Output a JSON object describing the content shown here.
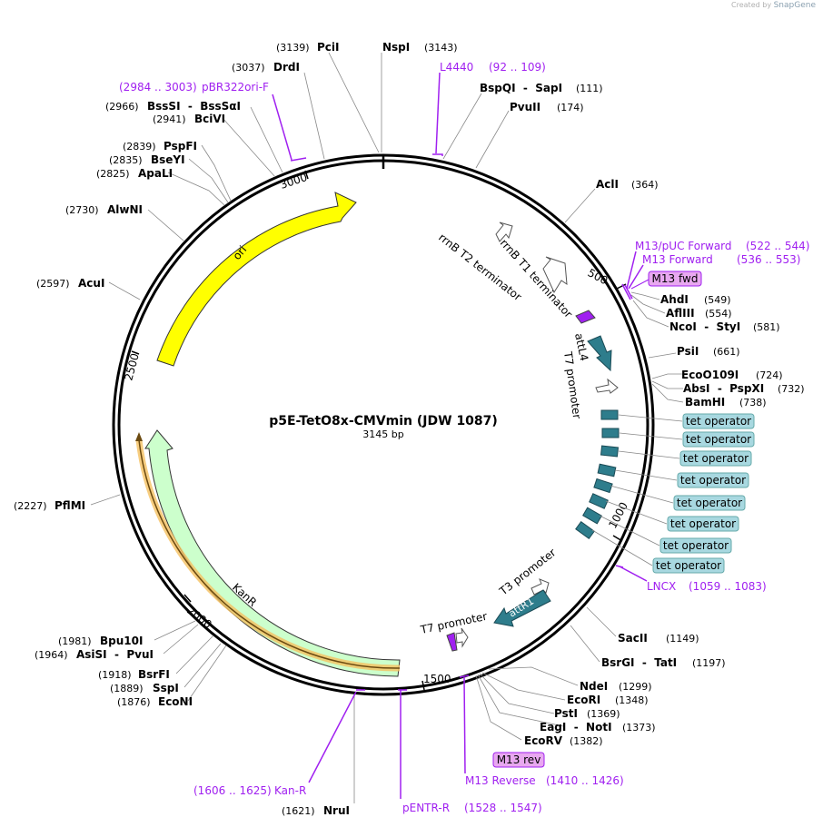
{
  "credit": {
    "prefix": "Created by",
    "brand": "SnapGene"
  },
  "title": "p5E-TetO8x-CMVmin (JDW 1087)",
  "size_label": "3145 bp",
  "colors": {
    "ori": "#ffff00",
    "kanr": "#ccffcc",
    "att": "#2e7d8c",
    "tet": "#2e7d8c",
    "tet_label_bg": "#a8d8e0",
    "primer": "#a020f0",
    "primer_box": "#e8a8f0",
    "orange": "#f5c060"
  },
  "tick_labels": [
    "500",
    "1000",
    "1500",
    "2000",
    "2500",
    "3000"
  ],
  "enzymes": [
    {
      "name": "NspI",
      "pos": "(3143)"
    },
    {
      "name": "PciI",
      "pos": "(3139)"
    },
    {
      "name": "DrdI",
      "pos": "(3037)"
    },
    {
      "name": "BspQI  -  SapI",
      "pos": "(111)"
    },
    {
      "name": "PvuII",
      "pos": "(174)"
    },
    {
      "name": "AclI",
      "pos": "(364)"
    },
    {
      "name": "AhdI",
      "pos": "(549)"
    },
    {
      "name": "AflIII",
      "pos": "(554)"
    },
    {
      "name": "NcoI  -  StyI",
      "pos": "(581)"
    },
    {
      "name": "PsiI",
      "pos": "(661)"
    },
    {
      "name": "EcoO109I",
      "pos": "(724)"
    },
    {
      "name": "AbsI  -  PspXI",
      "pos": "(732)"
    },
    {
      "name": "BamHI",
      "pos": "(738)"
    },
    {
      "name": "SacII",
      "pos": "(1149)"
    },
    {
      "name": "BsrGI  -  TatI",
      "pos": "(1197)"
    },
    {
      "name": "NdeI",
      "pos": "(1299)"
    },
    {
      "name": "EcoRI",
      "pos": "(1348)"
    },
    {
      "name": "PstI",
      "pos": "(1369)"
    },
    {
      "name": "EagI  -  NotI",
      "pos": "(1373)"
    },
    {
      "name": "EcoRV",
      "pos": "(1382)"
    },
    {
      "name": "NruI",
      "pos": "(1621)"
    },
    {
      "name": "EcoNI",
      "pos": "(1876)"
    },
    {
      "name": "SspI",
      "pos": "(1889)"
    },
    {
      "name": "BsrFI",
      "pos": "(1918)"
    },
    {
      "name": "AsiSI  -  PvuI",
      "pos": "(1964)"
    },
    {
      "name": "Bpu10I",
      "pos": "(1981)"
    },
    {
      "name": "PflMI",
      "pos": "(2227)"
    },
    {
      "name": "AcuI",
      "pos": "(2597)"
    },
    {
      "name": "AlwNI",
      "pos": "(2730)"
    },
    {
      "name": "ApaLI",
      "pos": "(2825)"
    },
    {
      "name": "BseYI",
      "pos": "(2835)"
    },
    {
      "name": "PspFI",
      "pos": "(2839)"
    },
    {
      "name": "BciVI",
      "pos": "(2941)"
    },
    {
      "name": "BssSI  -  BssSαI",
      "pos": "(2966)"
    }
  ],
  "primers": [
    {
      "name": "L4440",
      "range": "(92 .. 109)"
    },
    {
      "name": "pBR322ori-F",
      "range": "(2984 .. 3003)"
    },
    {
      "name": "M13/pUC Forward",
      "range": "(522 .. 544)"
    },
    {
      "name": "M13 Forward",
      "range": "(536 .. 553)"
    },
    {
      "name": "LNCX",
      "range": "(1059 .. 1083)"
    },
    {
      "name": "M13 Reverse",
      "range": "(1410 .. 1426)"
    },
    {
      "name": "pENTR-R",
      "range": "(1528 .. 1547)"
    },
    {
      "name": "Kan-R",
      "range": "(1606 .. 1625)"
    }
  ],
  "boxed_labels": {
    "m13_fwd": "M13 fwd",
    "m13_rev": "M13 rev"
  },
  "tet_operator_label": "tet operator",
  "tet_operator_count": 8,
  "features": {
    "ori": "ori",
    "kanr": "KanR",
    "attl4": "attL4",
    "attr1": "attR1",
    "t7_promoter_top": "T7 promoter",
    "t7_promoter_bottom": "T7 promoter",
    "t3_promoter": "T3 promoter",
    "rrnb_t1": "rrnB T1 terminator",
    "rrnb_t2": "rrnB T2 terminator"
  }
}
